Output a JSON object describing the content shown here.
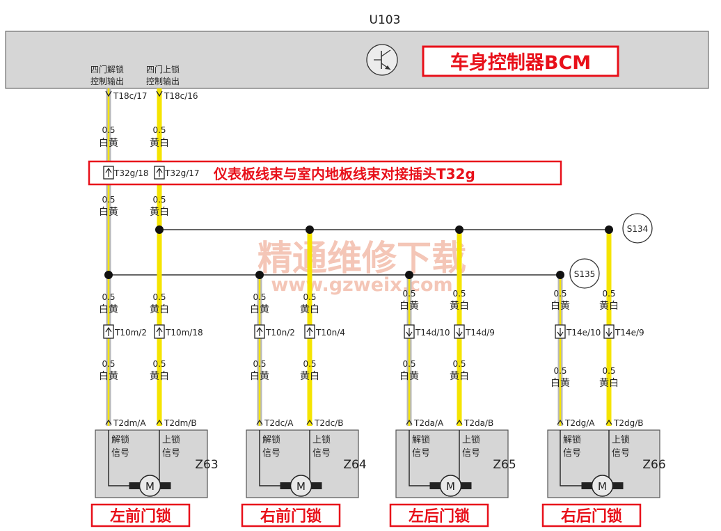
{
  "module_id": "U103",
  "bcm_title": "车身控制器BCM",
  "bcm_outputs": [
    {
      "line1": "四门解锁",
      "line2": "控制输出",
      "pin": "T18c/17"
    },
    {
      "line1": "四门上锁",
      "line2": "控制输出",
      "pin": "T18c/16"
    }
  ],
  "wires": {
    "unlock": {
      "gauge": "0.5",
      "color_name": "白黄",
      "hex_base": "#b8b8b8",
      "hex_stripe": "#f5e400"
    },
    "lock": {
      "gauge": "0.5",
      "color_name": "黄白",
      "hex_base": "#f5e400",
      "hex_stripe": "#ffffff"
    }
  },
  "connector": {
    "pins": [
      "T32g/18",
      "T32g/17"
    ],
    "caption": "仪表板线束与室内地板线束对接插头T32g"
  },
  "splices": [
    "S134",
    "S135"
  ],
  "watermark": {
    "line1": "精通维修下载",
    "line2": "www.gzweix.com"
  },
  "locks": [
    {
      "id": "Z63",
      "name": "左前门锁",
      "conn1": [
        "T10m/2",
        "T10m/18"
      ],
      "conn2": [
        "T2dm/A",
        "T2dm/B"
      ],
      "labels": [
        "解锁",
        "信号",
        "上锁",
        "信号"
      ],
      "motor": "M"
    },
    {
      "id": "Z64",
      "name": "右前门锁",
      "conn1": [
        "T10n/2",
        "T10n/4"
      ],
      "conn2": [
        "T2dc/A",
        "T2dc/B"
      ],
      "labels": [
        "解锁",
        "信号",
        "上锁",
        "信号"
      ],
      "motor": "M"
    },
    {
      "id": "Z65",
      "name": "左后门锁",
      "conn1": [
        "T14d/10",
        "T14d/9"
      ],
      "conn2": [
        "T2da/A",
        "T2da/B"
      ],
      "labels": [
        "解锁",
        "信号",
        "上锁",
        "信号"
      ],
      "motor": "M"
    },
    {
      "id": "Z66",
      "name": "右后门锁",
      "conn1": [
        "T14e/10",
        "T14e/9"
      ],
      "conn2": [
        "T2dg/A",
        "T2dg/B"
      ],
      "labels": [
        "解锁",
        "信号",
        "上锁",
        "信号"
      ],
      "motor": "M"
    }
  ]
}
